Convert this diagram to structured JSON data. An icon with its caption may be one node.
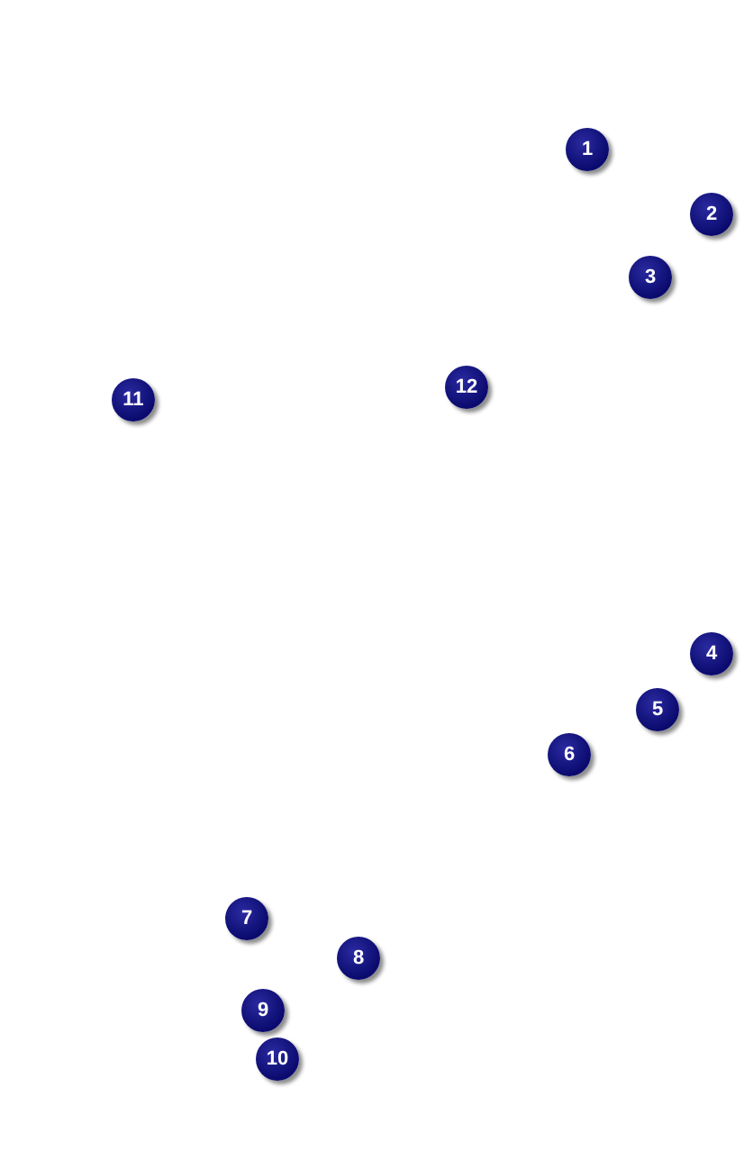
{
  "diagram": {
    "nodes": [
      {
        "text": [
          "1"
        ]
      },
      {
        "text": [
          "2"
        ]
      },
      {
        "text": [
          "3"
        ]
      },
      {
        "text": [
          "11"
        ]
      },
      {
        "text": [
          "12"
        ]
      },
      {
        "text": [
          "4"
        ]
      },
      {
        "text": [
          "5"
        ]
      },
      {
        "text": [
          "6"
        ]
      },
      {
        "text": [
          "7"
        ]
      },
      {
        "text": [
          "8"
        ]
      },
      {
        "text": [
          "9"
        ]
      },
      {
        "text": [
          "10"
        ]
      }
    ]
  }
}
